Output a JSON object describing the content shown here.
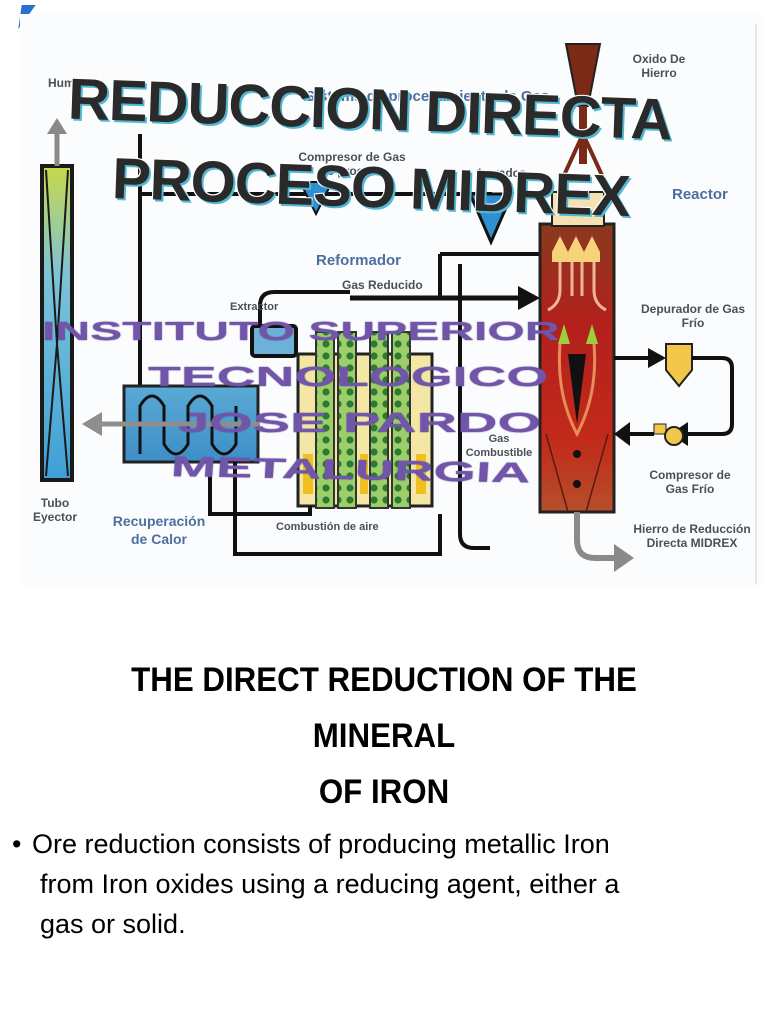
{
  "slide": {
    "diagram": {
      "title_lines": [
        "REDUCCION DIRECTA",
        "PROCESO MIDREX"
      ],
      "institution_lines": [
        "INSTITUTO SUPERIOR",
        "TECNOLOGICO",
        "JOSE PARDO",
        "METALURGIA"
      ],
      "labels": {
        "humo": "Humo",
        "sistema_gas": "Sistema de procesamiento de Gas",
        "compresor_gas_proceso": "Compresor de Gas de proceso",
        "lavador": "Lavador",
        "oxido_hierro": "Oxido De Hierro",
        "reactor": "Reactor",
        "reformador": "Reformador",
        "extractor": "Extractor",
        "gas_reducido": "Gas Reducido",
        "depurador": "Depurador de Gas Frío",
        "gas_combustible": "Gas Combustible",
        "compresor_gas_frio": "Compresor de Gas Frío",
        "tubo_eyector": "Tubo Eyector",
        "recuperacion_calor": "Recuperación de Calor",
        "combustion_aire": "Combustión de aire",
        "hierro_reduccion": "Hierro de Reducción Directa MIDREX"
      },
      "colors": {
        "title_fill": "#2a2a2a",
        "title_outline": "#52b7d3",
        "institution_text": "#7055a8",
        "reactor_red": "#b3201c",
        "reactor_brown": "#7a2a16",
        "ejector_blue": "#4aa6d8",
        "reformer_green": "#5c9a3c",
        "reformer_yellow": "#f4e7a6",
        "accent_blue": "#2a6fd1"
      }
    },
    "heading_lines": [
      "THE DIRECT REDUCTION OF THE",
      "MINERAL",
      "OF IRON"
    ],
    "bullet": {
      "marker": "•",
      "lines": [
        "Ore reduction consists of producing metallic Iron",
        "from Iron oxides using a reducing agent, either a",
        "gas or solid."
      ]
    }
  }
}
